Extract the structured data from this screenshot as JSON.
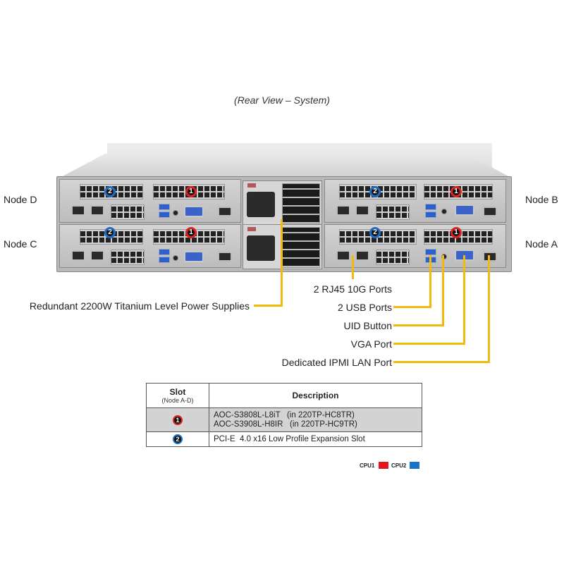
{
  "title": "(Rear View – System)",
  "nodes": {
    "top_left": "Node D",
    "bottom_left": "Node C",
    "top_right": "Node B",
    "bottom_right": "Node A"
  },
  "slot_badges": {
    "slot1": "1",
    "slot2": "2"
  },
  "callouts": {
    "psu": "Redundant  2200W Titanium  Level Power Supplies",
    "rj45": "2 RJ45  10G Ports",
    "usb": "2 USB Ports",
    "uid": "UID  Button",
    "vga": "VGA Port",
    "ipmi": "Dedicated IPMI  LAN Port"
  },
  "table": {
    "header_slot": "Slot",
    "header_slot_sub": "(Node A-D)",
    "header_description": "Description",
    "rows": [
      {
        "slot": "1",
        "slot_color": "red",
        "desc_line1": "AOC-S3808L-L8iT   (in 220TP-HC8TR)",
        "desc_line2": "AOC-S3908L-H8IR   (in 220TP-HC9TR)"
      },
      {
        "slot": "2",
        "slot_color": "blue",
        "desc_line1": "PCI-E  4.0 x16 Low Profile Expansion Slot"
      }
    ]
  },
  "legend": {
    "cpu1_label": "CPU1",
    "cpu1_color": "#e3161b",
    "cpu2_label": "CPU2",
    "cpu2_color": "#1a74c9"
  },
  "colors": {
    "callout_line": "#f2b90f",
    "slot1_ring": "#d22222",
    "slot2_ring": "#1d6fc4"
  }
}
